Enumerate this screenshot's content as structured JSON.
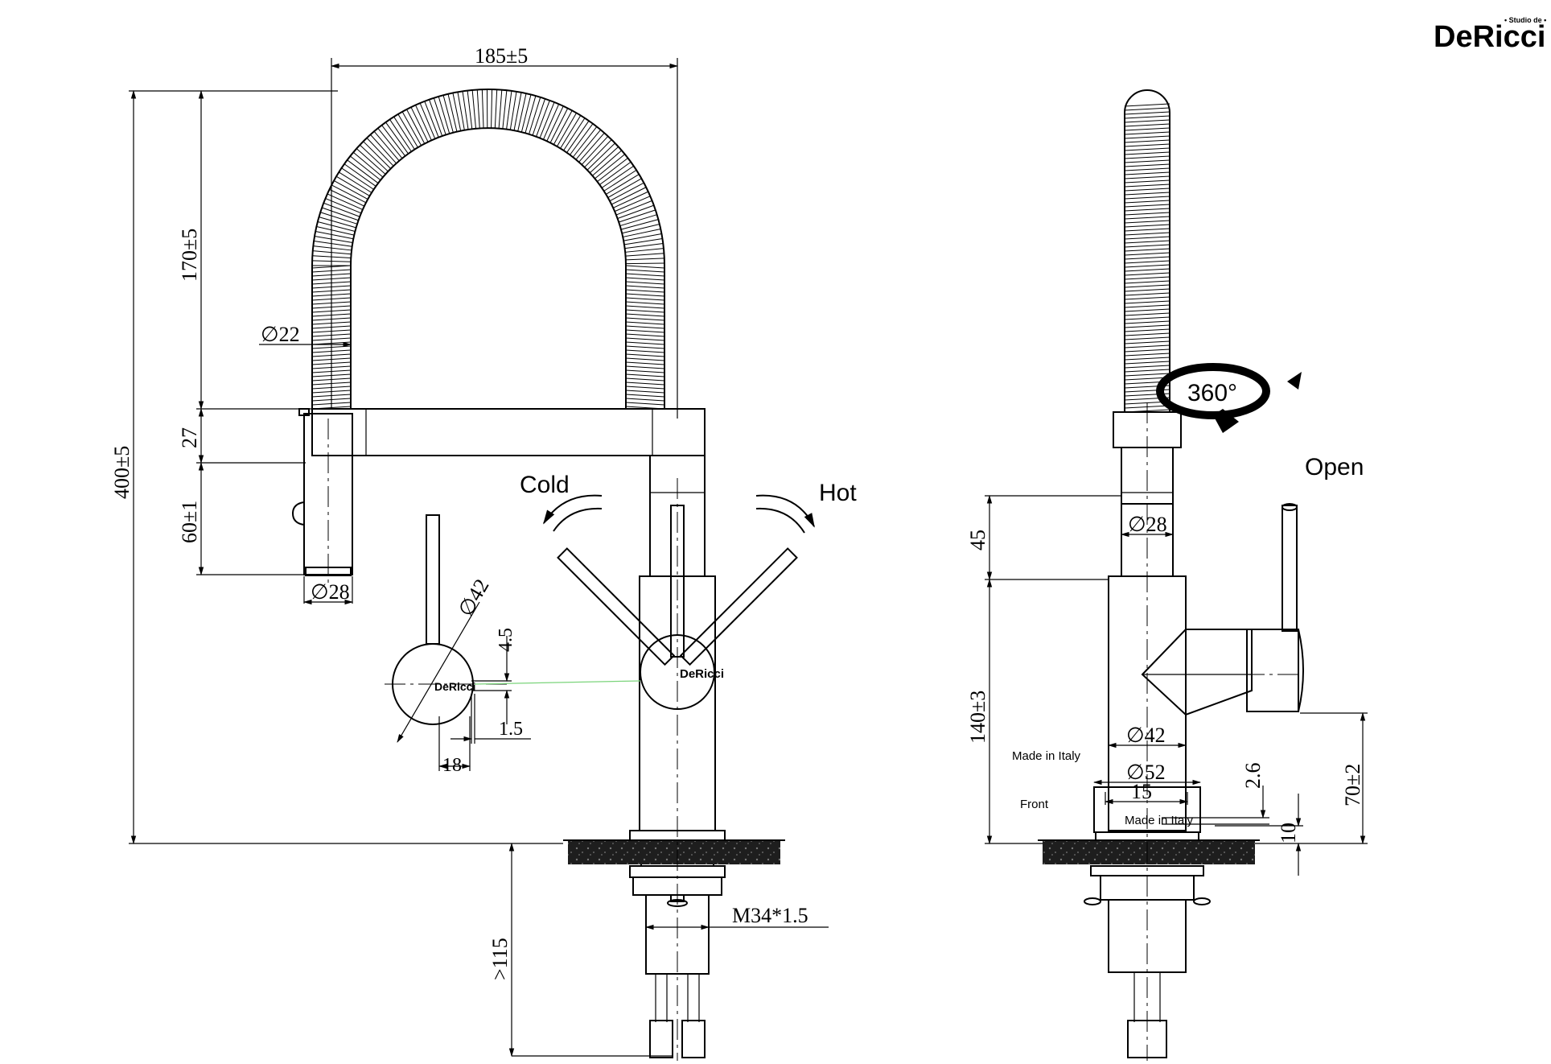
{
  "brand": {
    "logo": "DeRicci",
    "tagline": "• Studio de •",
    "badge": "DeRicci"
  },
  "dimensions": {
    "width_spout": "185±5",
    "height_total": "400±5",
    "height_hose": "170±5",
    "spout_thickness": "27",
    "spray_head_height": "60±1",
    "hose_diameter": "∅22",
    "spray_head_diameter": "∅28",
    "handle_diameter": "∅42",
    "handle_offset": "4.5",
    "handle_gap": "1.5",
    "handle_width": "18",
    "thread": "M34*1.5",
    "shank_length": ">115",
    "body_upper_height": "45",
    "body_upper_diameter": "∅28",
    "body_height": "140±3",
    "body_diameter": "∅42",
    "base_diameter": "∅52",
    "plate_width": "15",
    "plate_offset": "2.6",
    "plate_height": "10",
    "lever_height": "70±2"
  },
  "labels": {
    "cold": "Cold",
    "hot": "Hot",
    "open": "Open",
    "rotation": "360°",
    "made_in_italy": "Made in Italy",
    "front": "Front",
    "plate_text": "Made in Italy"
  }
}
